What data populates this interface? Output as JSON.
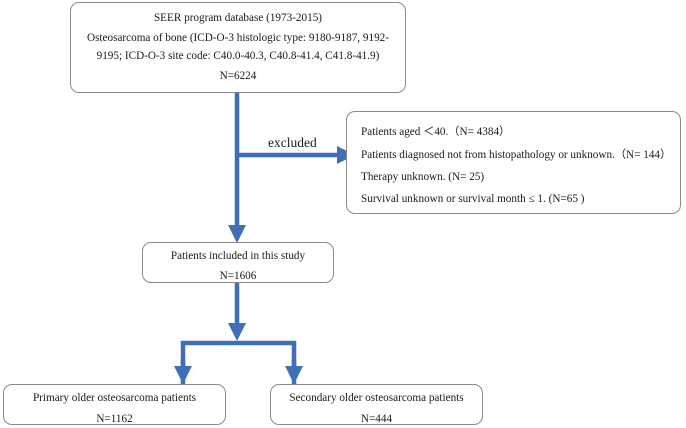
{
  "flowchart": {
    "source": {
      "lines": [
        "SEER program database (1973-2015)",
        "Osteosarcoma of bone (ICD-O-3 histologic type: 9180-9187, 9192-",
        "9195; ICD-O-3 site code: C40.0-40.3, C40.8-41.4, C41.8-41.9)",
        "N=6224"
      ]
    },
    "exclusion_label": "excluded",
    "excluded": {
      "lines": [
        "Patients aged ＜40.（N= 4384）",
        "Patients diagnosed not from histopathology or unknown.（N= 144）",
        "Therapy unknown. (N= 25)",
        "Survival unknown or survival month ≤ 1. (N=65 )"
      ]
    },
    "included": {
      "lines": [
        "Patients included in this study",
        "N=1606"
      ]
    },
    "primary": {
      "lines": [
        "Primary older osteosarcoma patients",
        "N=1162"
      ]
    },
    "secondary": {
      "lines": [
        "Secondary older osteosarcoma patients",
        "N=444"
      ]
    }
  },
  "colors": {
    "arrow": "#3f6fb5",
    "box_border": "#8a8a8a"
  }
}
